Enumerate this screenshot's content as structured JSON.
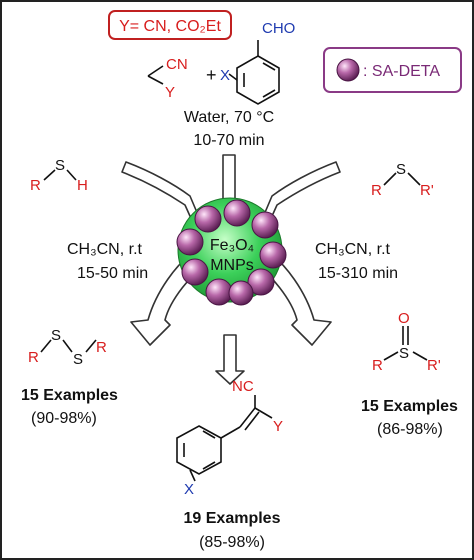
{
  "condition_box": {
    "text": "Y= CN, CO₂Et"
  },
  "legend": {
    "label": ": SA-DETA"
  },
  "reagents": {
    "nitrile_label_cn": "CN",
    "nitrile_label_y": "Y",
    "plus": "+",
    "aldehyde_label_cho": "CHO",
    "aldehyde_label_x": "X"
  },
  "top_conditions": {
    "line1": "Water, 70 °C",
    "line2": "10-70 min"
  },
  "center": {
    "line1": "Fe₃O₄",
    "line2": "MNPs"
  },
  "left_conditions": {
    "line1": "CH₃CN, r.t",
    "line2": "15-50 min"
  },
  "right_conditions": {
    "line1": "CH₃CN, r.t",
    "line2": "15-310 min"
  },
  "thiol": {
    "r": "R",
    "s": "S",
    "h": "H"
  },
  "sulfide": {
    "r": "R",
    "s": "S",
    "r2": "R'"
  },
  "disulfide": {
    "r": "R",
    "s1": "S",
    "s2": "S",
    "r2": "R"
  },
  "sulfoxide": {
    "o": "O",
    "s": "S",
    "r": "R",
    "r2": "R'"
  },
  "alkene": {
    "nc": "NC",
    "y": "Y",
    "x": "X"
  },
  "results": {
    "left": {
      "count": "15 Examples",
      "range": "(90-98%)"
    },
    "right": {
      "count": "15 Examples",
      "range": "(86-98%)"
    },
    "bottom": {
      "count": "19 Examples",
      "range": "(85-98%)"
    }
  },
  "colors": {
    "red": "#d81e1e",
    "blue": "#1f3bb0",
    "black": "#111111",
    "core_green": "#3cd05a",
    "bead_purple": "#9a3e8c",
    "box_red": "#c02020"
  }
}
